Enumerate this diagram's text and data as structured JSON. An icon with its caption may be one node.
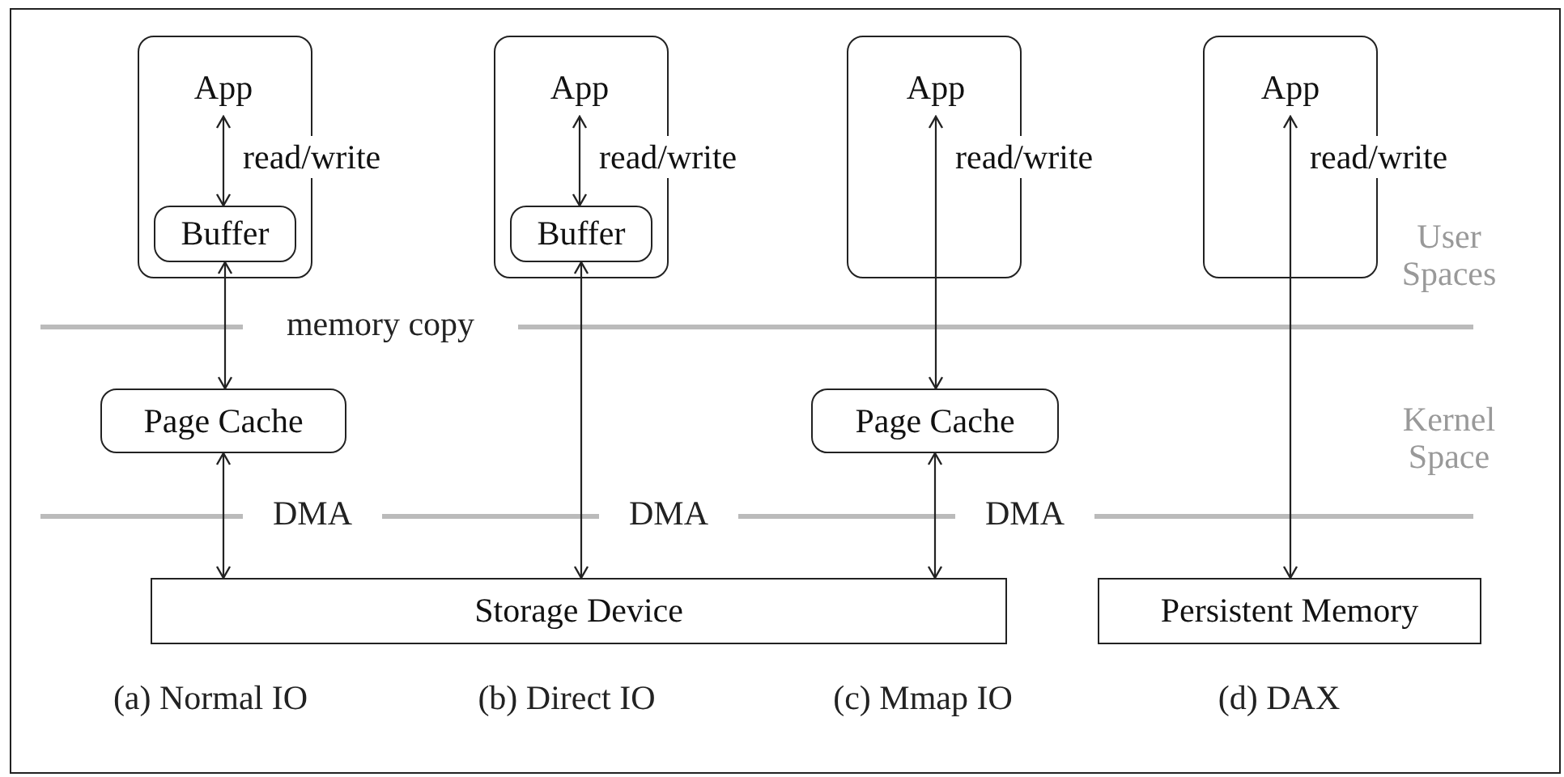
{
  "diagram": {
    "nodes": [
      {
        "text": [],
        "shape": "box"
      },
      {
        "text": [
          "App"
        ],
        "in": 0
      },
      {
        "text": [
          "Buffer"
        ],
        "in": 0
      },
      {
        "text": [],
        "shape": "box"
      },
      {
        "text": [
          "App"
        ],
        "in": 3
      },
      {
        "text": [
          "Buffer"
        ],
        "in": 3
      },
      {
        "text": [],
        "shape": "box"
      },
      {
        "text": [
          "App"
        ],
        "in": 6
      },
      {
        "text": [],
        "shape": "box"
      },
      {
        "text": [
          "App"
        ],
        "in": 8
      },
      {
        "text": [
          "Page Cache"
        ]
      },
      {
        "text": [
          "Page Cache"
        ]
      },
      {
        "text": [
          "Storage Device"
        ]
      },
      {
        "text": [
          "Persistent Memory"
        ]
      }
    ],
    "edges": [
      {
        "from": 1,
        "to": 2,
        "arrow": "both",
        "label": "read/write"
      },
      {
        "from": 2,
        "to": 10,
        "arrow": "both"
      },
      {
        "from": 10,
        "to": 12,
        "arrow": "both"
      },
      {
        "from": 4,
        "to": 5,
        "arrow": "both",
        "label": "read/write"
      },
      {
        "from": 5,
        "to": 12,
        "arrow": "both"
      },
      {
        "from": 7,
        "to": 11,
        "arrow": "both",
        "label": "read/write"
      },
      {
        "from": 11,
        "to": 12,
        "arrow": "both"
      },
      {
        "from": 9,
        "to": 13,
        "arrow": "both",
        "label": "read/write"
      }
    ],
    "labels": [
      "User Spaces",
      "memory copy",
      "Kernel Space",
      "DMA",
      "DMA",
      "DMA",
      "(a) Normal IO",
      "(b) Direct IO",
      "(c) Mmap IO",
      "(d) DAX"
    ]
  }
}
